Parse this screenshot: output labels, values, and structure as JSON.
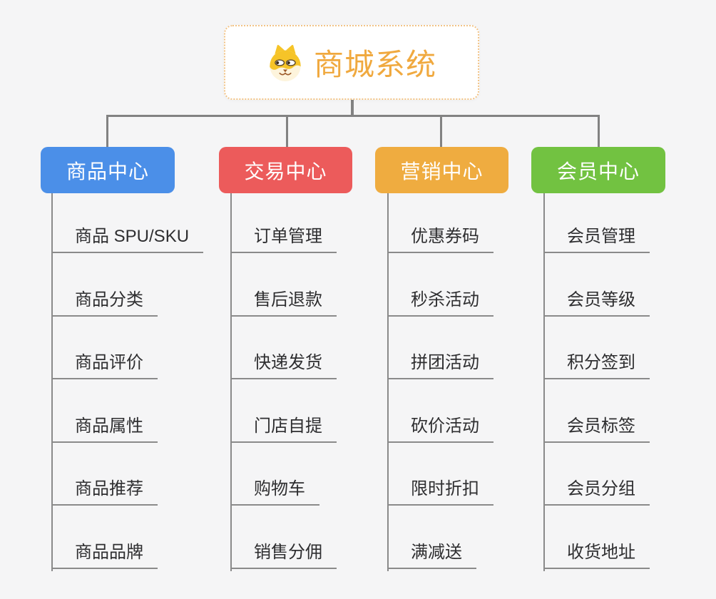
{
  "root": {
    "title": "商城系统",
    "icon": "shiba-dog-icon",
    "accent_color": "#F0A93F",
    "border_color": "#F2C386"
  },
  "canvas": {
    "background_color": "#F5F5F6",
    "connector_color": "#828282"
  },
  "branches": [
    {
      "label": "商品中心",
      "color": "#4B8FE8",
      "items": [
        "商品 SPU/SKU",
        "商品分类",
        "商品评价",
        "商品属性",
        "商品推荐",
        "商品品牌"
      ]
    },
    {
      "label": "交易中心",
      "color": "#EC5B5B",
      "items": [
        "订单管理",
        "售后退款",
        "快递发货",
        "门店自提",
        "购物车",
        "销售分佣"
      ]
    },
    {
      "label": "营销中心",
      "color": "#EFAC40",
      "items": [
        "优惠券码",
        "秒杀活动",
        "拼团活动",
        "砍价活动",
        "限时折扣",
        "满减送"
      ]
    },
    {
      "label": "会员中心",
      "color": "#72C241",
      "items": [
        "会员管理",
        "会员等级",
        "积分签到",
        "会员标签",
        "会员分组",
        "收货地址"
      ]
    }
  ]
}
